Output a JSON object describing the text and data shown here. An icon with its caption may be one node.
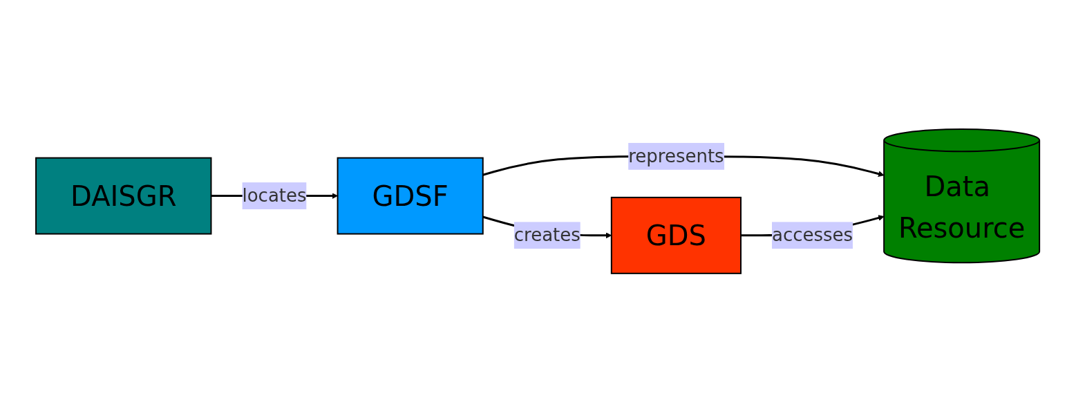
{
  "diagram": {
    "nodes": [
      {
        "text": [
          "DAISGR"
        ]
      },
      {
        "text": [
          "GDSF"
        ]
      },
      {
        "text": [
          "GDS"
        ]
      },
      {
        "text": [
          "Data Resource"
        ]
      }
    ],
    "edges": [
      {
        "from": 0,
        "to": 1,
        "arrow": "to",
        "label": "locates"
      },
      {
        "from": 1,
        "to": 2,
        "arrow": "to",
        "label": "creates"
      },
      {
        "from": 1,
        "to": 3,
        "arrow": "to",
        "label": "represents"
      },
      {
        "from": 2,
        "to": 3,
        "arrow": "to",
        "label": "accesses"
      }
    ]
  }
}
